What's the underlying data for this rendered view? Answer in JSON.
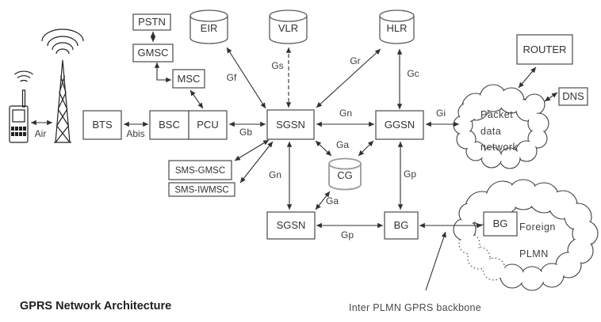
{
  "title": "GPRS Network Architecture",
  "annotation": {
    "inter_plmn_backbone": "Inter PLMN GPRS backbone"
  },
  "nodes": {
    "pstn": "PSTN",
    "gmsc": "GMSC",
    "msc": "MSC",
    "bts": "BTS",
    "bsc": "BSC",
    "pcu": "PCU",
    "eir": "EIR",
    "vlr": "VLR",
    "hlr": "HLR",
    "sgsn_top": "SGSN",
    "ggsn": "GGSN",
    "cg": "CG",
    "sms_gmsc": "SMS-GMSC",
    "sms_iwmsc": "SMS-IWMSC",
    "sgsn_bottom": "SGSN",
    "bg_home": "BG",
    "bg_foreign": "BG",
    "router": "ROUTER",
    "dns": "DNS"
  },
  "clouds": {
    "packet_data_network": {
      "line1": "Packet",
      "line2": "data",
      "line3": "network"
    },
    "foreign_plmn": {
      "line1": "Foreign",
      "line2": "PLMN"
    }
  },
  "interfaces": {
    "air": "Air",
    "abis": "Abis",
    "gb": "Gb",
    "gf": "Gf",
    "gs": "Gs",
    "gr": "Gr",
    "gc": "Gc",
    "gn_top": "Gn",
    "gn_left": "Gn",
    "ga_top": "Ga",
    "ga_bottom": "Ga",
    "gp_vertical": "Gp",
    "gp_horizontal": "Gp",
    "gi": "Gi"
  },
  "colors": {
    "line": "#303030",
    "box_border": "#4a4a4a",
    "text": "#333333",
    "background": "#ffffff"
  }
}
